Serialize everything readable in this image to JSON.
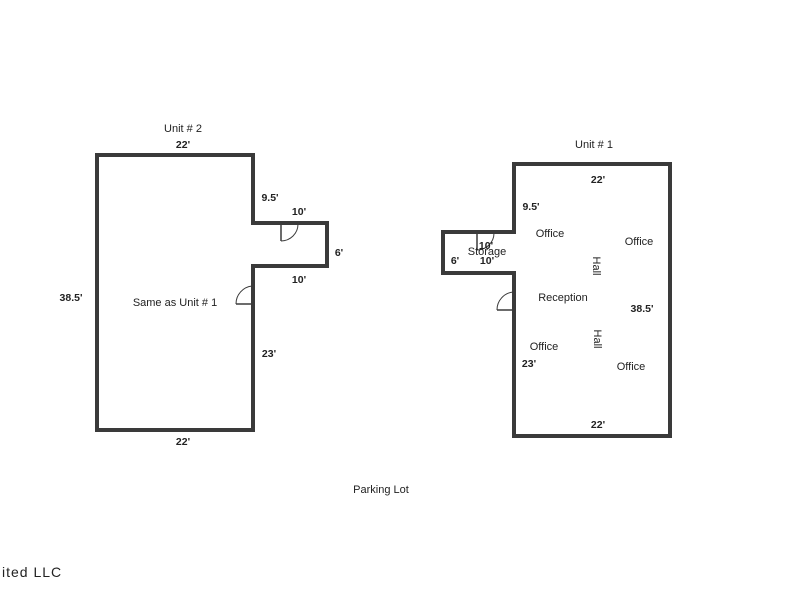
{
  "unit2": {
    "title": "Unit # 2",
    "label": "Same as Unit # 1",
    "dims": {
      "top": "22'",
      "notch_top": "9.5'",
      "bump_top": "10'",
      "bump_side": "6'",
      "bump_bottom": "10'",
      "left": "38.5'",
      "lower_right": "23'",
      "bottom": "22'"
    }
  },
  "unit1": {
    "title": "Unit # 1",
    "dims": {
      "top": "22'",
      "notch_top": "9.5'",
      "storage_top": "10'",
      "storage_side": "6'",
      "storage_bottom": "10'",
      "right": "38.5'",
      "lower_left": "23'",
      "bottom": "22'"
    },
    "rooms": {
      "storage": "Storage",
      "office_upper_left": "Office",
      "office_upper_right": "Office",
      "hall_upper": "Hall",
      "reception": "Reception",
      "hall_lower": "Hall",
      "office_lower_left": "Office",
      "office_lower_right": "Office"
    }
  },
  "site": {
    "parking_lot": "Parking Lot"
  },
  "footer": {
    "partial_text": "ited LLC"
  }
}
